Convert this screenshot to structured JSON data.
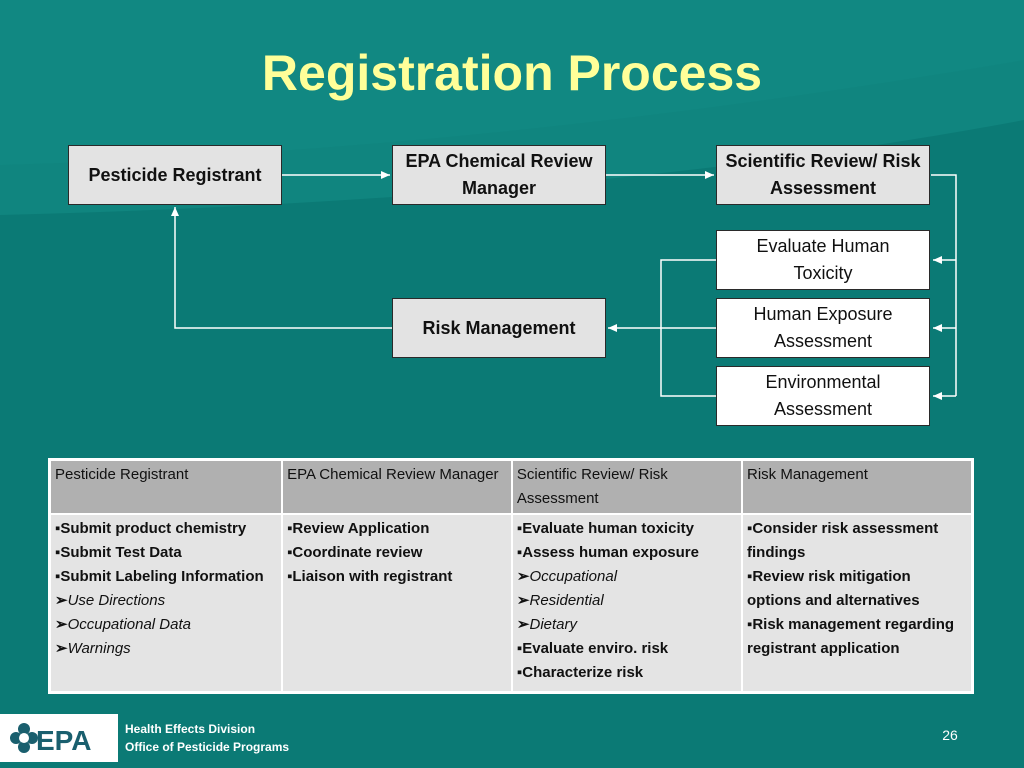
{
  "title": "Registration Process",
  "flow": {
    "registrant": "Pesticide Registrant",
    "review_manager": "EPA Chemical Review Manager",
    "scientific_review": "Scientific Review/ Risk Assessment",
    "human_toxicity": "Evaluate Human Toxicity",
    "human_exposure": "Human Exposure Assessment",
    "environmental": "Environmental Assessment",
    "risk_management": "Risk Management"
  },
  "table": {
    "headers": [
      "Pesticide Registrant",
      "EPA Chemical Review Manager",
      "Scientific Review/ Risk Assessment",
      "Risk Management"
    ],
    "col1": [
      "Submit product chemistry",
      "Submit Test Data",
      "Submit Labeling Information"
    ],
    "col1_sub": [
      "Use Directions",
      "Occupational Data",
      "Warnings"
    ],
    "col2": [
      "Review Application",
      "Coordinate review",
      "Liaison with registrant"
    ],
    "col3": [
      "Evaluate human toxicity",
      "Assess human exposure"
    ],
    "col3_sub": [
      "Occupational",
      "Residential",
      "Dietary"
    ],
    "col3_after": [
      "Evaluate enviro. risk",
      "Characterize risk"
    ],
    "col4": [
      "Consider risk assessment findings",
      "Review risk mitigation options and alternatives",
      "Risk management regarding registrant application"
    ]
  },
  "footer": {
    "logo": "EPA",
    "line1": "Health Effects Division",
    "line2": "Office of Pesticide Programs",
    "page": "26"
  },
  "colors": {
    "background": "#0b7a75",
    "title": "#ffff99",
    "box_gray": "#e3e3e3",
    "header_gray": "#b0b0b0"
  }
}
